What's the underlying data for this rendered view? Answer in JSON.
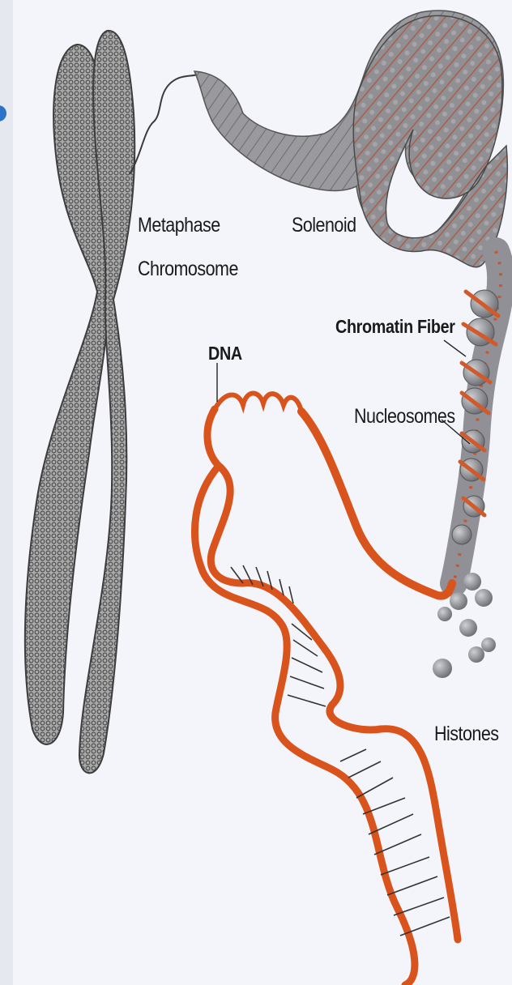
{
  "diagram": {
    "labels": {
      "metaphase_line1": "Metaphase",
      "metaphase_line2": "Chromosome",
      "solenoid": "Solenoid",
      "chromatin_fiber": "Chromatin Fiber",
      "dna": "DNA",
      "nucleosomes": "Nucleosomes",
      "histones": "Histones"
    },
    "colors": {
      "background": "#f4f5fb",
      "chromosome": "#8c8c8c",
      "solenoid": "#8a8a8e",
      "dna_strand": "#e2581e",
      "histone": "#8d8f94",
      "label_text": "#1a1a1a"
    }
  }
}
